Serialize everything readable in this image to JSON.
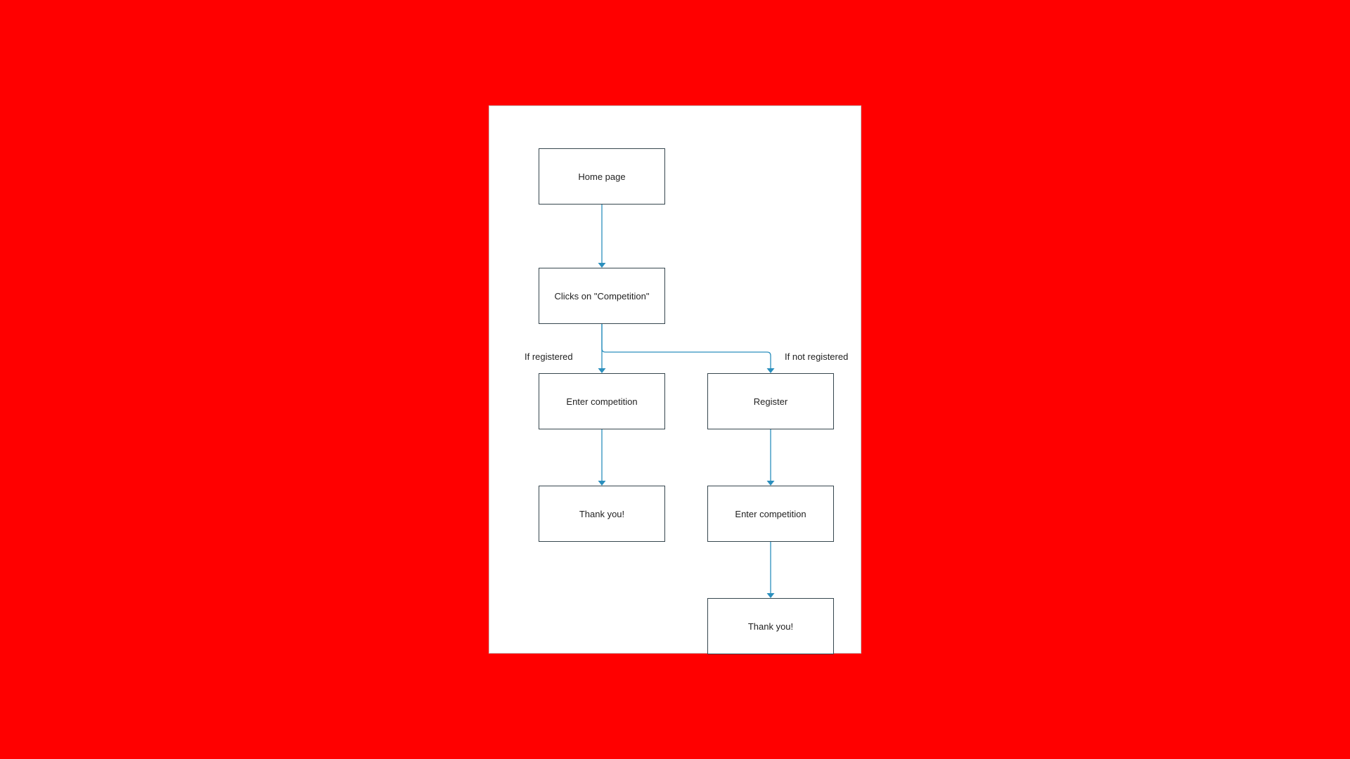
{
  "colors": {
    "background": "#ff0000",
    "canvas": "#ffffff",
    "node_border": "#36464e",
    "connector": "#2b8fbd"
  },
  "nodes": {
    "home": "Home page",
    "clicks_competition": "Clicks on \"Competition\"",
    "enter_competition_registered": "Enter competition",
    "register": "Register",
    "thank_you_registered": "Thank you!",
    "enter_competition_new": "Enter competition",
    "thank_you_new": "Thank you!"
  },
  "edge_labels": {
    "registered": "If registered",
    "not_registered": "If not registered"
  }
}
